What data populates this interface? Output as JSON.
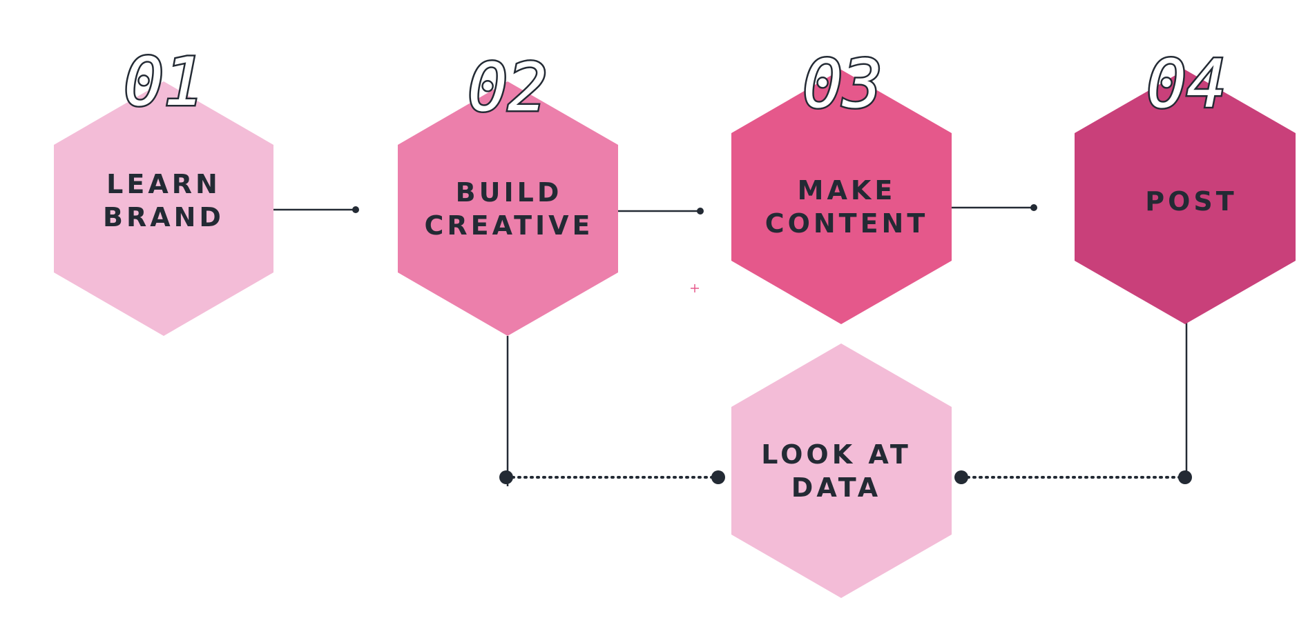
{
  "colors": {
    "light_pink": "#f3bcd7",
    "medium_pink": "#ec7fab",
    "pink": "#e5588b",
    "deep_pink": "#c9407a",
    "ink": "#232a34",
    "marker": "#e5588b"
  },
  "steps": [
    {
      "number": "01",
      "line1": "LEARN",
      "line2": "BRAND",
      "color": "#f3bcd7"
    },
    {
      "number": "02",
      "line1": "BUILD",
      "line2": "CREATIVE",
      "color": "#ec7fab"
    },
    {
      "number": "03",
      "line1": "MAKE",
      "line2": "CONTENT",
      "color": "#e5588b"
    },
    {
      "number": "04",
      "line1": "POST",
      "line2": "",
      "color": "#c9407a"
    }
  ],
  "feedback": {
    "line1": "LOOK AT",
    "line2": "DATA",
    "color": "#f3bcd7"
  }
}
